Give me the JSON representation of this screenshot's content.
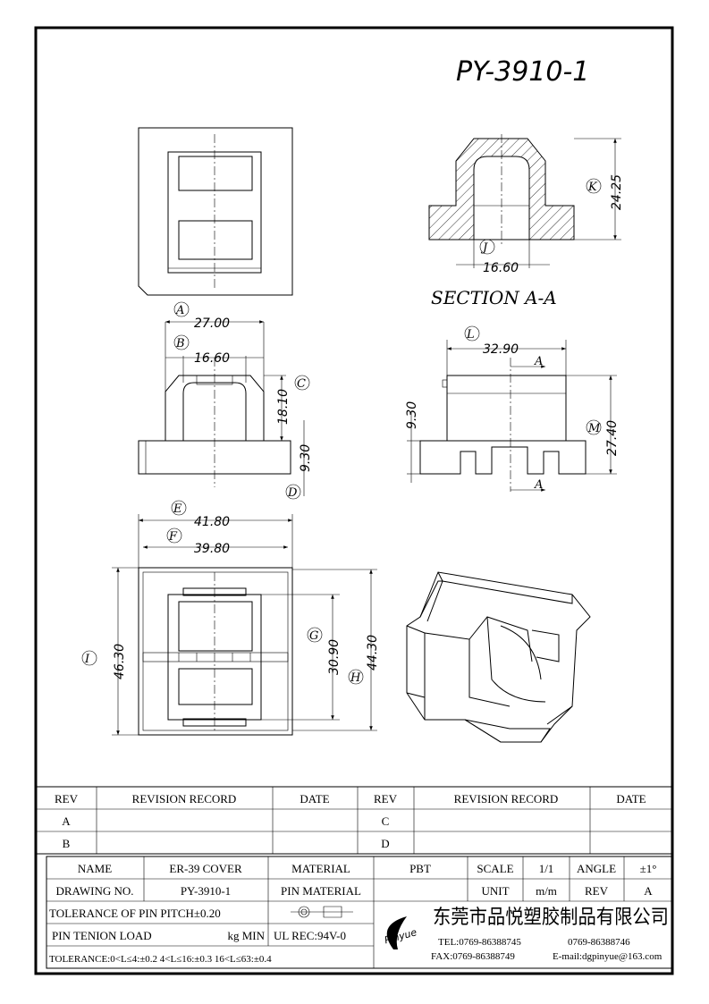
{
  "drawing_title": "PY-3910-1",
  "section_label": "SECTION   A-A",
  "section_marker": "A",
  "dimensions": {
    "A": "27.00",
    "B": "16.60",
    "C": "18.10",
    "D": "9.30",
    "E": "41.80",
    "F": "39.80",
    "G": "30.90",
    "H": "44.30",
    "I": "46.30",
    "J": "16.60",
    "K": "24.25",
    "L": "32.90",
    "M": "27.40",
    "side_height": "9.30"
  },
  "revision_table": {
    "headers": [
      "REV",
      "REVISION RECORD",
      "DATE",
      "REV",
      "REVISION RECORD",
      "DATE"
    ],
    "rows": [
      [
        "A",
        "",
        "",
        "C",
        "",
        ""
      ],
      [
        "B",
        "",
        "",
        "D",
        "",
        ""
      ]
    ]
  },
  "title_block": {
    "name_label": "NAME",
    "name_value": "ER-39 COVER",
    "material_label": "MATERIAL",
    "material_value": "PBT",
    "scale_label": "SCALE",
    "scale_value": "1/1",
    "angle_label": "ANGLE",
    "angle_value": "±1°",
    "drawing_no_label": "DRAWING NO.",
    "drawing_no_value": "PY-3910-1",
    "pin_material_label": "PIN MATERIAL",
    "unit_label": "UNIT",
    "unit_value": "m/m",
    "rev_label": "REV",
    "rev_value": "A",
    "pin_pitch_tolerance": "TOLERANCE OF PIN PITCH±0.20",
    "pin_load_label": "PIN TENION LOAD",
    "pin_load_unit": "kg MIN",
    "ul_rec": "UL REC:94V-0",
    "tolerance": "TOLERANCE:0<L≤4:±0.2  4<L≤16:±0.3  16<L≤63:±0.4",
    "company_logo": "Pinyue",
    "company_name": "东莞市品悦塑胶制品有限公司",
    "tel": "TEL:0769-86388745",
    "tel2": "0769-86388746",
    "fax": "FAX:0769-86388749",
    "email": "E-mail:dgpinyue@163.com"
  }
}
